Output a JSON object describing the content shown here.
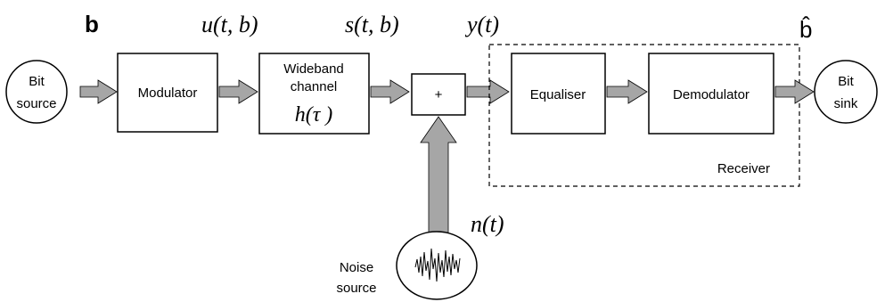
{
  "colors": {
    "line": "#000000",
    "arrow_fill": "#a6a6a6",
    "background": "#ffffff"
  },
  "labels": {
    "bit_source_line1": "Bit",
    "bit_source_line2": "source",
    "modulator": "Modulator",
    "channel_line1": "Wideband",
    "channel_line2": "channel",
    "channel_func": "h(τ )",
    "adder": "+",
    "equaliser": "Equaliser",
    "demodulator": "Demodulator",
    "bit_sink_line1": "Bit",
    "bit_sink_line2": "sink",
    "receiver": "Receiver",
    "noise_line1": "Noise",
    "noise_line2": "source"
  },
  "signals": {
    "b": "b",
    "u": "u(t, b)",
    "s": "s(t, b)",
    "y": "y(t)",
    "n": "n(t)",
    "b_hat": "b̂"
  }
}
